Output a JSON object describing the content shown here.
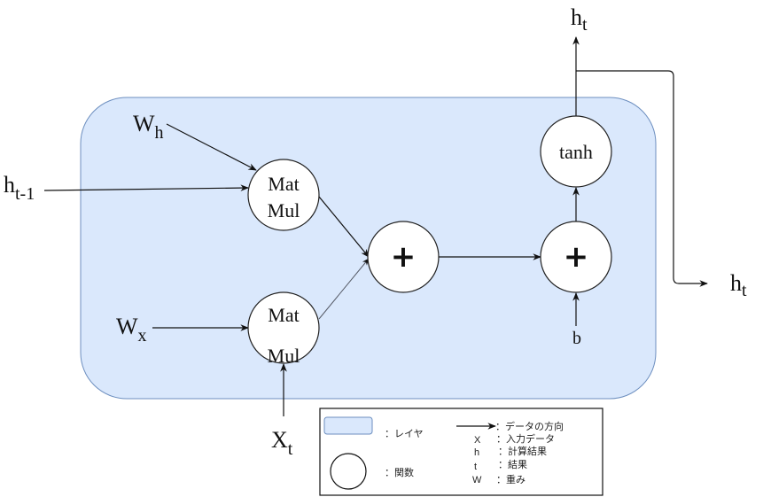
{
  "colors": {
    "layer_fill": "#dae8fc",
    "layer_stroke": "#6c8ebf",
    "node_fill": "#ffffff",
    "line": "#111111"
  },
  "inputs": {
    "w_h": {
      "base": "W",
      "sub": "h"
    },
    "h_prev": {
      "base": "h",
      "sub": "t-1"
    },
    "w_x": {
      "base": "W",
      "sub": "x"
    },
    "x_t": {
      "base": "X",
      "sub": "t"
    },
    "bias": "b"
  },
  "nodes": {
    "matmul_top": {
      "line1": "Mat",
      "line2": "Mul"
    },
    "matmul_bottom": {
      "line1": "Mat",
      "line2": "Mul"
    },
    "add_1": "+",
    "add_2": "+",
    "tanh": "tanh"
  },
  "outputs": {
    "h_t_top": {
      "base": "h",
      "sub": "t"
    },
    "h_t_right": {
      "base": "h",
      "sub": "t"
    }
  },
  "legend": {
    "layer_label": "：レイヤ",
    "function_label": "：関数",
    "arrow_label": "：データの方向",
    "items": [
      {
        "key": "X",
        "desc": "：入力データ"
      },
      {
        "key": "h",
        "desc": "：計算結果"
      },
      {
        "key": "t",
        "desc": "：結果"
      },
      {
        "key": "W",
        "desc": "：重み"
      }
    ]
  }
}
